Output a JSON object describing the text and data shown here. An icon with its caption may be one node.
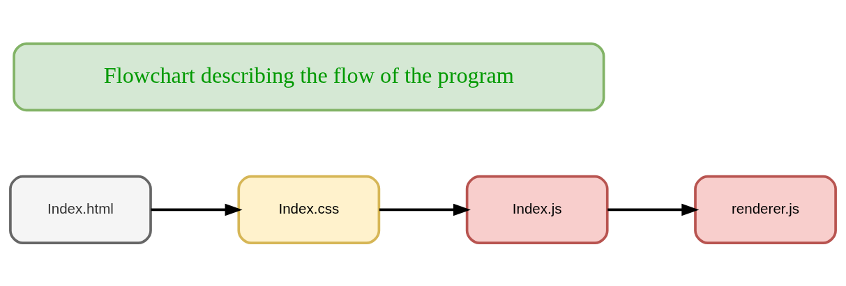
{
  "diagram": {
    "nodes": [
      {
        "text": [
          "Flowchart describing the flow of the program"
        ]
      },
      {
        "text": [
          "Index.html"
        ]
      },
      {
        "text": [
          "Index.css"
        ]
      },
      {
        "text": [
          "Index.js"
        ]
      },
      {
        "text": [
          "renderer.js"
        ]
      }
    ],
    "edges": [
      {
        "from": 1,
        "to": 2,
        "arrow": "to"
      },
      {
        "from": 2,
        "to": 3,
        "arrow": "to"
      },
      {
        "from": 3,
        "to": 4,
        "arrow": "to"
      }
    ]
  }
}
